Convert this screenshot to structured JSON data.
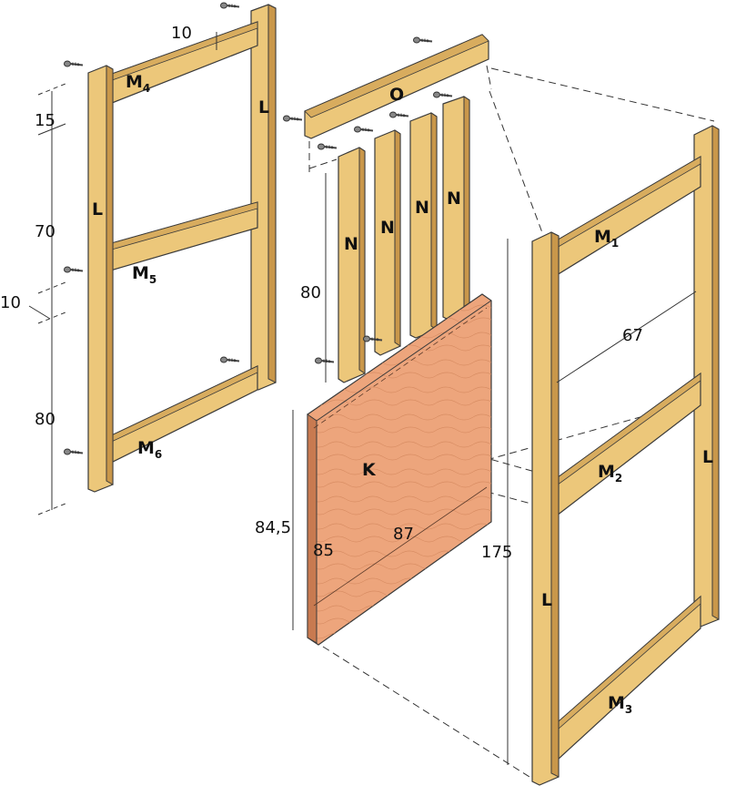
{
  "colors": {
    "wood": "#ecc77a",
    "wood_dark": "#c9974a",
    "wood_shadow": "#d8ac5e",
    "plywood": "#eda57c",
    "plywood_dark": "#c87a50",
    "line": "#3a3a3a"
  },
  "parts": {
    "left_post_outer": "L",
    "left_post_inner": "L",
    "m4": {
      "letter": "M",
      "sub": "4"
    },
    "m5": {
      "letter": "M",
      "sub": "5"
    },
    "m6": {
      "letter": "M",
      "sub": "6"
    },
    "top_rail": "O",
    "slats": [
      "N",
      "N",
      "N",
      "N"
    ],
    "panel": "K",
    "right_post_front": "L",
    "right_post_back": "L",
    "m1": {
      "letter": "M",
      "sub": "1"
    },
    "m2": {
      "letter": "M",
      "sub": "2"
    },
    "m3": {
      "letter": "M",
      "sub": "3"
    }
  },
  "dimensions": {
    "top_rail_width": "10",
    "left_top": "15",
    "left_mid": "70",
    "left_gap": "10",
    "left_bottom": "80",
    "slat_height": "80",
    "panel_height_outer": "84,5",
    "panel_height_inner": "85",
    "panel_width": "87",
    "overall_height": "175",
    "depth": "67"
  },
  "icons": {
    "screw": "screw-icon"
  }
}
